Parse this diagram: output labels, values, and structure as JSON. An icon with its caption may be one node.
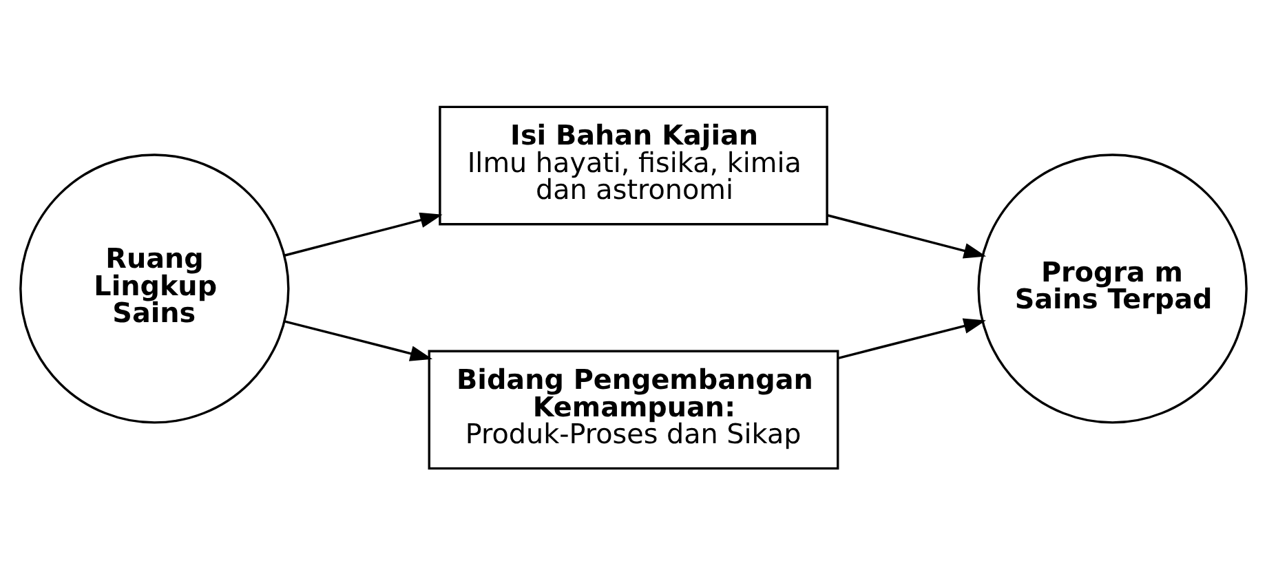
{
  "diagram": {
    "nodes": [
      {
        "text": [
          "Ruang Lingkup Sains"
        ]
      },
      {
        "text": [
          "Isi Bahan Kajian",
          "Ilmu hayati, fisika, kimia dan astronomi"
        ]
      },
      {
        "text": [
          "Bidang Pengembangan Kemampuan:",
          "Produk-Proses dan Sikap"
        ]
      },
      {
        "text": [
          "Progra m Sains Terpad"
        ]
      }
    ],
    "edges": [
      {
        "from": 0,
        "to": 1,
        "arrow": "to"
      },
      {
        "from": 0,
        "to": 2,
        "arrow": "to"
      },
      {
        "from": 1,
        "to": 3,
        "arrow": "to"
      },
      {
        "from": 2,
        "to": 3,
        "arrow": "to"
      }
    ]
  }
}
